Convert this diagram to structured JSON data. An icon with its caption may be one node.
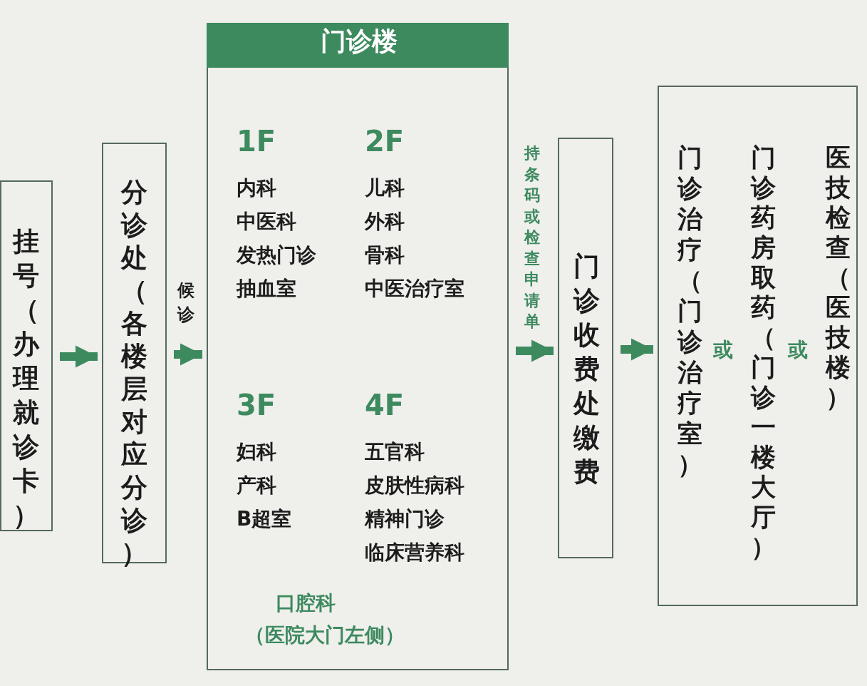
{
  "diagram": {
    "nodes": [
      {
        "text": [
          "挂号（办理就诊卡）"
        ]
      },
      {
        "text": [
          "分诊处（各楼层对应分诊）"
        ]
      },
      {
        "text": [
          "门诊楼",
          "1F",
          "内科",
          "中医科",
          "发热门诊",
          "抽血室",
          "2F",
          "儿科",
          "外科",
          "骨科",
          "中医治疗室",
          "3F",
          "妇科",
          "产科",
          "B超室",
          "4F",
          "五官科",
          "皮肤性病科",
          "精神门诊",
          "临床营养科",
          "口腔科",
          "（医院大门左侧）"
        ]
      },
      {
        "text": [
          "门诊收费处缴费"
        ]
      },
      {
        "text": [
          "门诊治疗（门诊治疗室）",
          "或",
          "门诊药房取药（门诊一楼大厅）",
          "或",
          "医技检查（医技楼）"
        ]
      }
    ],
    "edges": [
      {
        "from": 0,
        "to": 1,
        "arrow": "to"
      },
      {
        "from": 1,
        "to": 2,
        "arrow": "to",
        "label": "候诊"
      },
      {
        "from": 2,
        "to": 3,
        "arrow": "to",
        "label": "持条码或检查申请单"
      },
      {
        "from": 3,
        "to": 4,
        "arrow": "to"
      }
    ]
  }
}
